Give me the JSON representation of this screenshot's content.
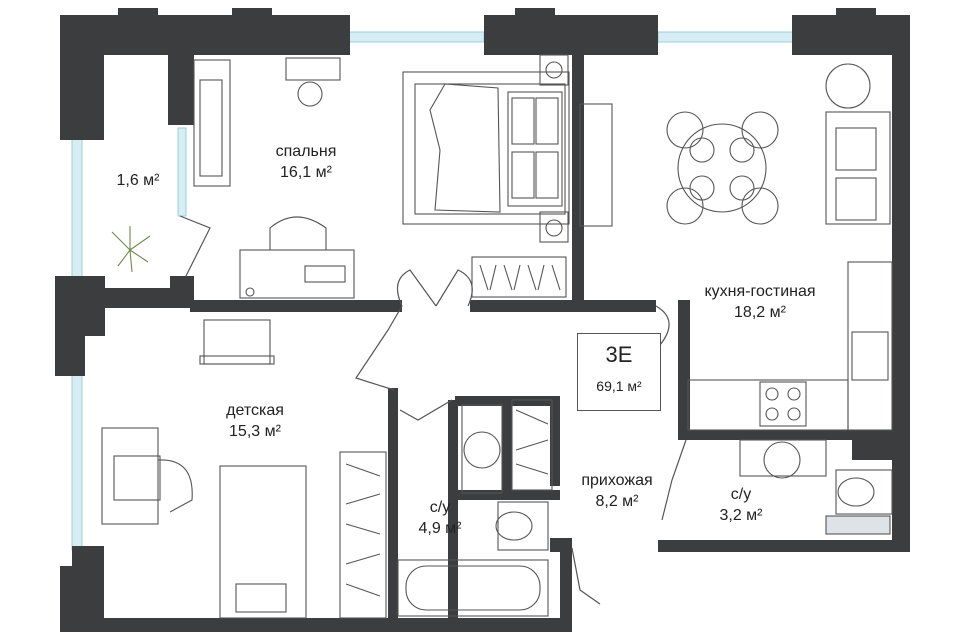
{
  "plan": {
    "apartment_code": "3E",
    "total_area": "69,1 м²",
    "colors": {
      "wall": "#3c3d3f",
      "window": "#bfe3ea",
      "furniture_line": "#555555",
      "background": "#ffffff"
    },
    "rooms": [
      {
        "id": "balcony",
        "name": "",
        "area": "1,6 м²"
      },
      {
        "id": "bedroom",
        "name": "спальня",
        "area": "16,1 м²"
      },
      {
        "id": "kitchen",
        "name": "кухня-гостиная",
        "area": "18,2 м²"
      },
      {
        "id": "kids",
        "name": "детская",
        "area": "15,3 м²"
      },
      {
        "id": "hall",
        "name": "прихожая",
        "area": "8,2 м²"
      },
      {
        "id": "bath1",
        "name": "с/у",
        "area": "4,9 м²"
      },
      {
        "id": "bath2",
        "name": "с/у",
        "area": "3,2 м²"
      }
    ],
    "icons": [
      "bed-icon",
      "desk-icon",
      "chair-icon",
      "plant-icon",
      "dining-table-icon",
      "sofa-icon",
      "stove-icon",
      "sink-icon",
      "toilet-icon",
      "bathtub-icon",
      "wardrobe-icon",
      "window-icon",
      "door-icon"
    ]
  }
}
